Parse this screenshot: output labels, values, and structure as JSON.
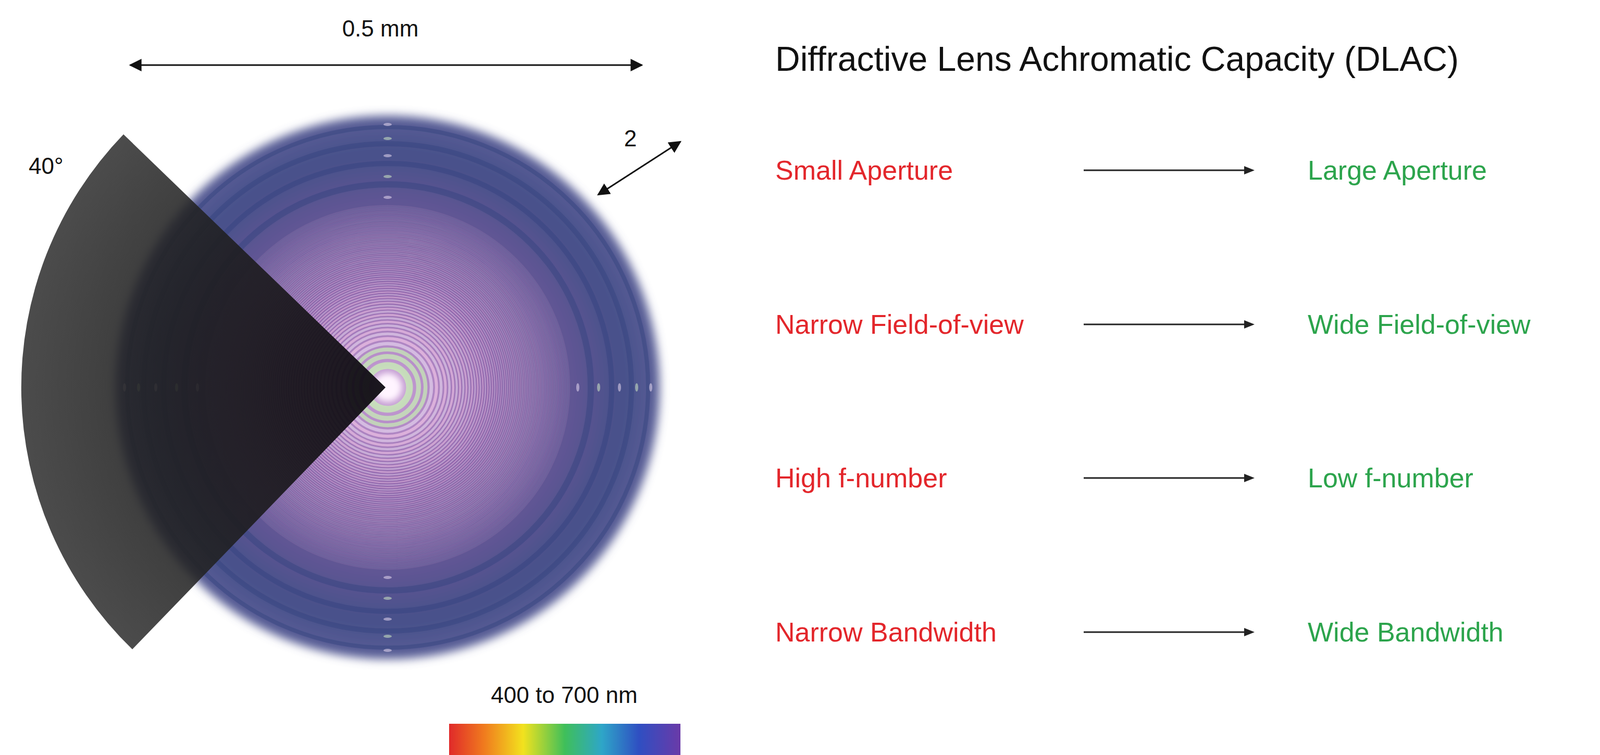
{
  "diagram": {
    "title": "Diffractive Lens Achromatic Capacity (DLAC)",
    "nodes": [
      {
        "text": [
          "Small Aperture"
        ]
      },
      {
        "text": [
          "Large Aperture"
        ]
      },
      {
        "text": [
          "Narrow Field-of-view"
        ]
      },
      {
        "text": [
          "Wide Field-of-view"
        ]
      },
      {
        "text": [
          "High f-number"
        ]
      },
      {
        "text": [
          "Low f-number"
        ]
      },
      {
        "text": [
          "Narrow Bandwidth"
        ]
      },
      {
        "text": [
          "Wide Bandwidth"
        ]
      }
    ],
    "edges": [
      {
        "from": 0,
        "to": 1,
        "arrow": "to"
      },
      {
        "from": 2,
        "to": 3,
        "arrow": "to"
      },
      {
        "from": 4,
        "to": 5,
        "arrow": "to"
      },
      {
        "from": 6,
        "to": 7,
        "arrow": "to"
      }
    ],
    "labels": [
      "0.5 mm",
      "40°",
      "2",
      "400 to 700 nm"
    ]
  }
}
